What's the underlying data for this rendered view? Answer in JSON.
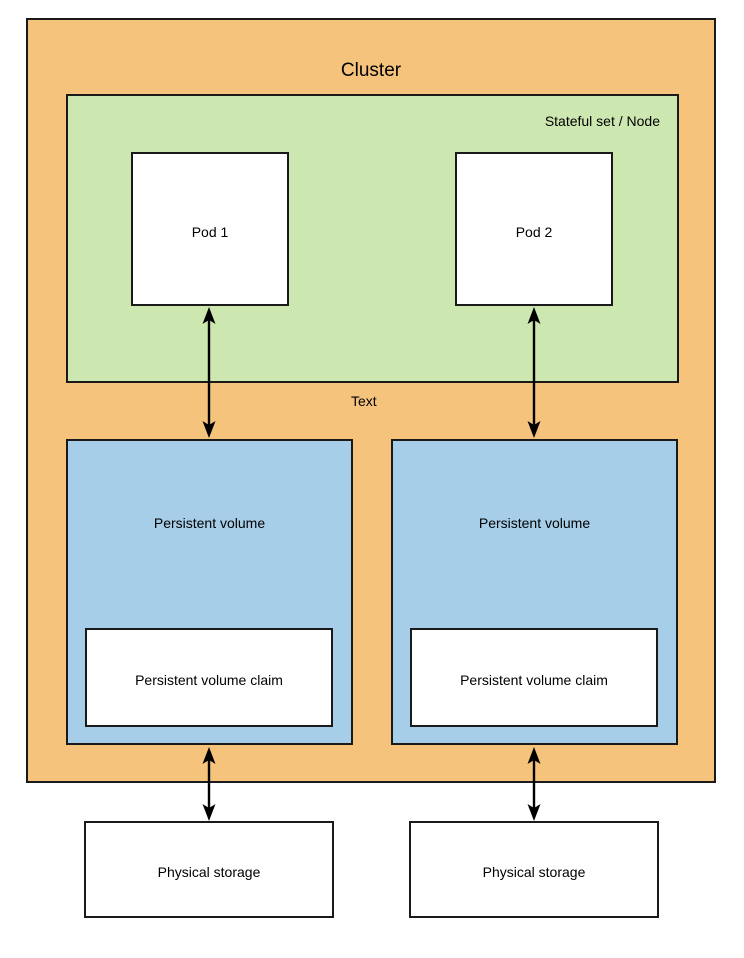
{
  "diagram": {
    "title": "Cluster",
    "cluster": {
      "label": "Cluster",
      "color": "#F5C37C"
    },
    "node": {
      "label": "Stateful set / Node",
      "color": "#CDE7B0"
    },
    "pods": [
      {
        "label": "Pod 1"
      },
      {
        "label": "Pod 2"
      }
    ],
    "middle_label": "Text",
    "persistent_volumes": [
      {
        "label": "Persistent volume",
        "color": "#A6CEE8",
        "claim": "Persistent volume claim"
      },
      {
        "label": "Persistent volume",
        "color": "#A6CEE8",
        "claim": "Persistent volume claim"
      }
    ],
    "physical_storage": [
      {
        "label": "Physical storage"
      },
      {
        "label": "Physical storage"
      }
    ],
    "connectors": [
      {
        "name": "pod1-to-pv1",
        "direction": "bidirectional"
      },
      {
        "name": "pod2-to-pv2",
        "direction": "bidirectional"
      },
      {
        "name": "pv1-to-storage1",
        "direction": "bidirectional"
      },
      {
        "name": "pv2-to-storage2",
        "direction": "bidirectional"
      }
    ],
    "colors": {
      "stroke": "#1a1a1a",
      "background": "#ffffff"
    }
  }
}
